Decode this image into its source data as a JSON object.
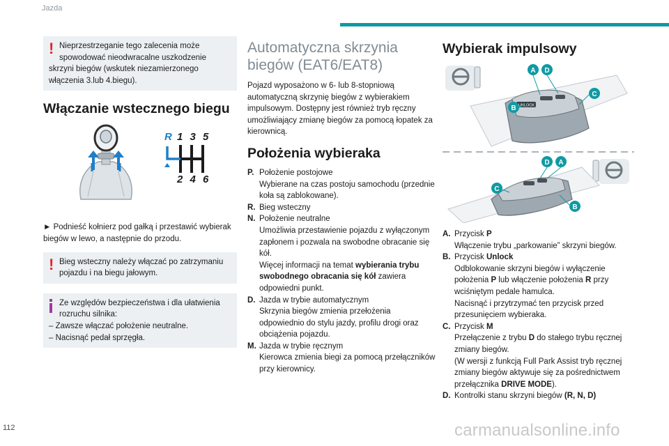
{
  "header": {
    "section": "Jazda",
    "accent_color": "#0f9aa3"
  },
  "page_number": "112",
  "watermark": "carmanualsonline.info",
  "col1": {
    "warning1": {
      "line1": "Nieprzestrzeganie tego zalecenia może spowodować nieodwracalne uszkodzenie",
      "line2": "skrzyni biegów (wskutek niezamierzonego włączenia 3.lub 4.biegu)."
    },
    "heading": "Włączanie wstecznego biegu",
    "gear_labels": {
      "r": "R",
      "top": "1 3 5",
      "bottom": "2 4 6"
    },
    "instruction": "► Podnieść kołnierz pod gałką i przestawić wybierak biegów w lewo, a następnie do przodu.",
    "warning2": "Bieg wsteczny należy włączać po zatrzymaniu pojazdu i na biegu jałowym.",
    "info": {
      "line1": "Ze względów bezpieczeństwa i dla ułatwienia rozruchu silnika:",
      "item1": "–  Zawsze włączać położenie neutralne.",
      "item2": "–  Nacisnąć pedał sprzęgła."
    }
  },
  "col2": {
    "chapter": "Automatyczna skrzynia biegów (EAT6/EAT8)",
    "intro": "Pojazd wyposażono w 6- lub 8-stopniową automatyczną skrzynię biegów z wybierakiem impulsowym. Dostępny jest również tryb ręczny umożliwiający zmianę biegów za pomocą łopatek za kierownicą.",
    "heading": "Położenia wybieraka",
    "items": [
      {
        "key": "P.",
        "title": "Położenie postojowe",
        "desc": "Wybierane na czas postoju samochodu (przednie koła są zablokowane)."
      },
      {
        "key": "R.",
        "title": "Bieg wsteczny"
      },
      {
        "key": "N.",
        "title": "Położenie neutralne",
        "desc": "Umożliwia przestawienie pojazdu z wyłączonym zapłonem i pozwala na swobodne obracanie się kół.",
        "more_prefix": "Więcej informacji na temat ",
        "more_bold": "wybierania trybu swobodnego obracania się kół",
        "more_suffix": " zawiera odpowiedni punkt."
      },
      {
        "key": "D.",
        "title": "Jazda w trybie automatycznym",
        "desc": "Skrzynia biegów zmienia przełożenia odpowiednio do stylu jazdy, profilu drogi oraz obciążenia pojazdu."
      },
      {
        "key": "M.",
        "title": "Jazda w trybie ręcznym",
        "desc": "Kierowca zmienia biegi za pomocą przełączników przy kierownicy."
      }
    ]
  },
  "col3": {
    "heading": "Wybierak impulsowy",
    "figure_labels": {
      "a": "A",
      "b": "B",
      "c": "C",
      "d": "D",
      "unlock": "UNLOCK"
    },
    "items": {
      "a": {
        "key": "A.",
        "title_prefix": "Przycisk ",
        "title_bold": "P",
        "desc": "Włączenie trybu „parkowanie” skrzyni biegów."
      },
      "b": {
        "key": "B.",
        "title_prefix": "Przycisk ",
        "title_bold": "Unlock",
        "desc_p1": "Odblokowanie skrzyni biegów i wyłączenie położenia ",
        "desc_b1": "P",
        "desc_p2": " lub włączenie położenia ",
        "desc_b2": "R",
        "desc_p3": " przy wciśniętym pedale hamulca.",
        "desc2": "Nacisnąć i przytrzymać ten przycisk przed przesunięciem wybieraka."
      },
      "c": {
        "key": "C.",
        "title_prefix": "Przycisk ",
        "title_bold": "M",
        "desc_p1": "Przełączenie z trybu ",
        "desc_b1": "D",
        "desc_p2": " do stałego trybu ręcznej zmiany biegów.",
        "desc2_p1": "(W wersji z funkcją Full Park Assist tryb ręcznej zmiany biegów aktywuje się za pośrednictwem przełącznika ",
        "desc2_b1": "DRIVE MODE",
        "desc2_p2": ")."
      },
      "d": {
        "key": "D.",
        "title_prefix": "Kontrolki stanu skrzyni biegów ",
        "title_bold": "(R, N, D)"
      }
    }
  }
}
